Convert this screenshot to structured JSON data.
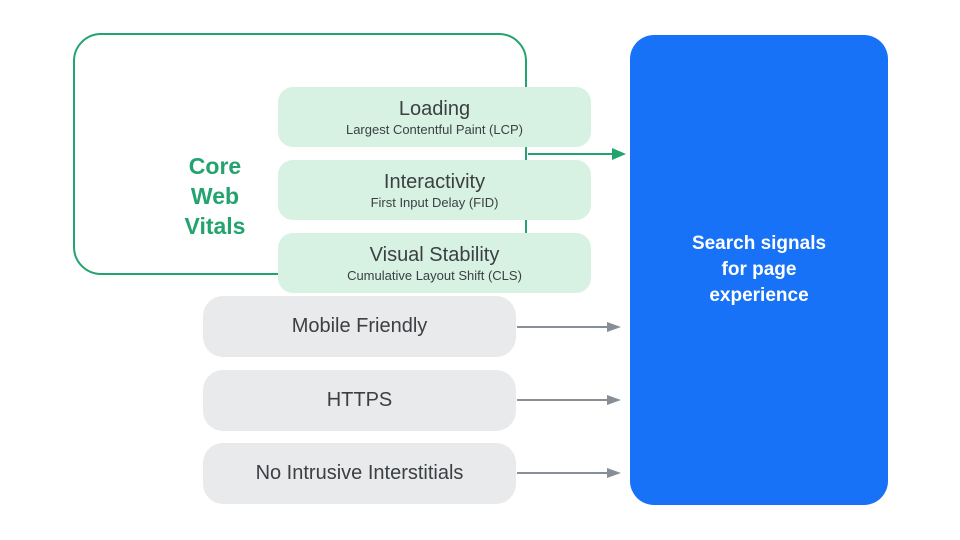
{
  "colors": {
    "green": "#23A36E",
    "green_pill_fill": "#D7F1E3",
    "gray_pill_fill": "#E9EAEB",
    "dark_text": "#3C4043",
    "blue_panel_fill": "#1772F8",
    "arrow_gray": "#878E95",
    "panel_text": "#FFFFFF"
  },
  "core_web_vitals": {
    "label_lines": [
      "Core",
      "Web",
      "Vitals"
    ],
    "items": [
      {
        "title": "Loading",
        "subtitle": "Largest Contentful Paint (LCP)"
      },
      {
        "title": "Interactivity",
        "subtitle": "First Input Delay (FID)"
      },
      {
        "title": "Visual Stability",
        "subtitle": "Cumulative Layout Shift (CLS)"
      }
    ]
  },
  "other_signals": [
    {
      "label": "Mobile Friendly"
    },
    {
      "label": "HTTPS"
    },
    {
      "label": "No Intrusive Interstitials"
    }
  ],
  "result_panel": {
    "lines": [
      "Search signals",
      "for page",
      "experience"
    ]
  }
}
